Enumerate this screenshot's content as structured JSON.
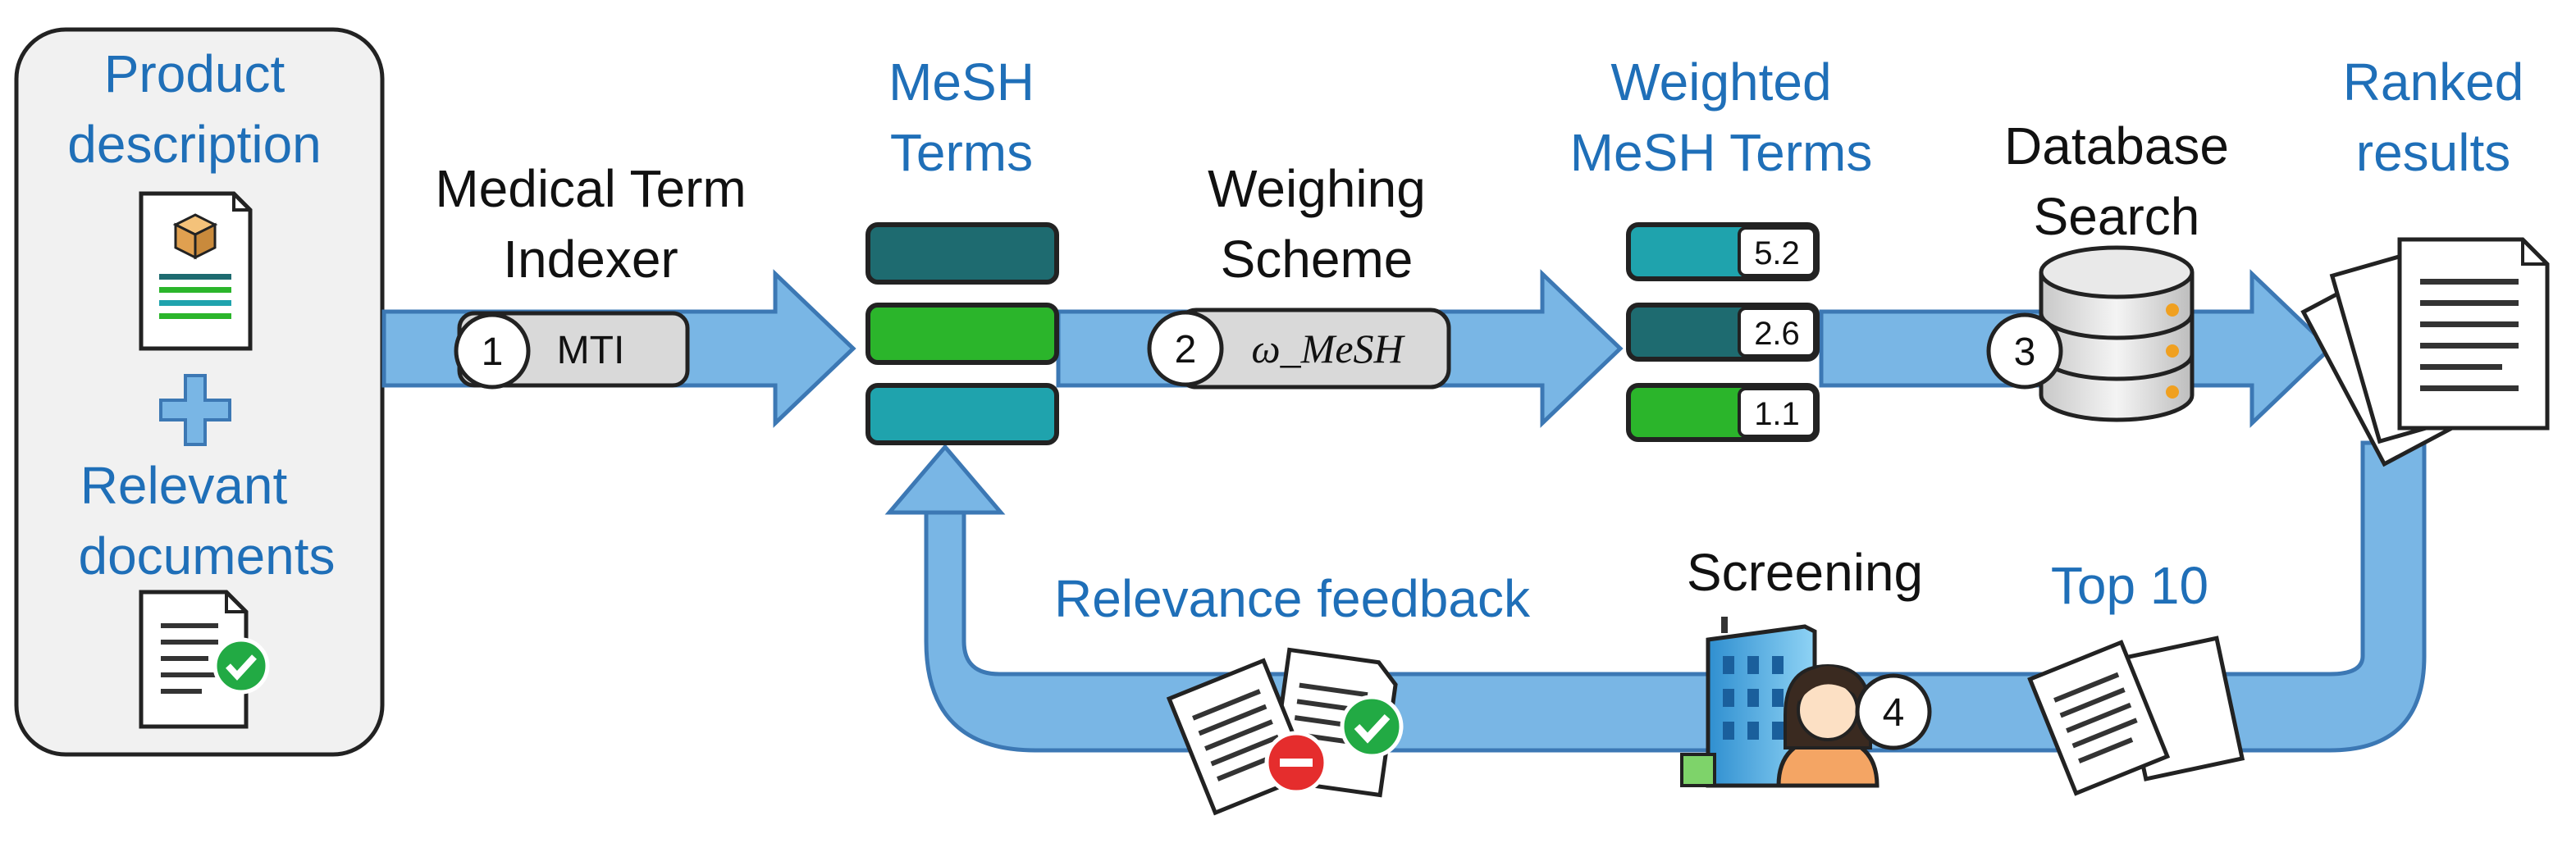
{
  "input_box": {
    "product_label_line1": "Product",
    "product_label_line2": "description",
    "plus_symbol": "+",
    "relevant_label_line1": "Relevant",
    "relevant_label_line2": "documents"
  },
  "steps": [
    {
      "number": "1",
      "title_line1": "Medical Term",
      "title_line2": "Indexer",
      "pill": "MTI"
    },
    {
      "number": "2",
      "title_line1": "Weighing",
      "title_line2": "Scheme",
      "pill": "ω_MeSH"
    },
    {
      "number": "3",
      "title_line1": "Database",
      "title_line2": "Search"
    },
    {
      "number": "4",
      "title": "Screening"
    }
  ],
  "mesh_terms": {
    "label_line1": "MeSH",
    "label_line2": "Terms",
    "bar_colors": [
      "#1e6b70",
      "#2bb52b",
      "#1fa3ad"
    ]
  },
  "weighted_terms": {
    "label_line1": "Weighted",
    "label_line2": "MeSH Terms",
    "bars": [
      {
        "weight": "5.2",
        "color": "#1fa3ad"
      },
      {
        "weight": "2.6",
        "color": "#1e6b70"
      },
      {
        "weight": "1.1",
        "color": "#2bb52b"
      }
    ]
  },
  "ranked": {
    "label_line1": "Ranked",
    "label_line2": "results"
  },
  "top10": {
    "label": "Top 10"
  },
  "feedback": {
    "label": "Relevance feedback"
  },
  "colors": {
    "arrow_fill": "#79b6e5",
    "arrow_stroke": "#3c78b4",
    "label_blue": "#1f6fb8",
    "input_box_fill": "#f1f1f1",
    "check_green": "#22aa44",
    "minus_red": "#e52d2d"
  }
}
